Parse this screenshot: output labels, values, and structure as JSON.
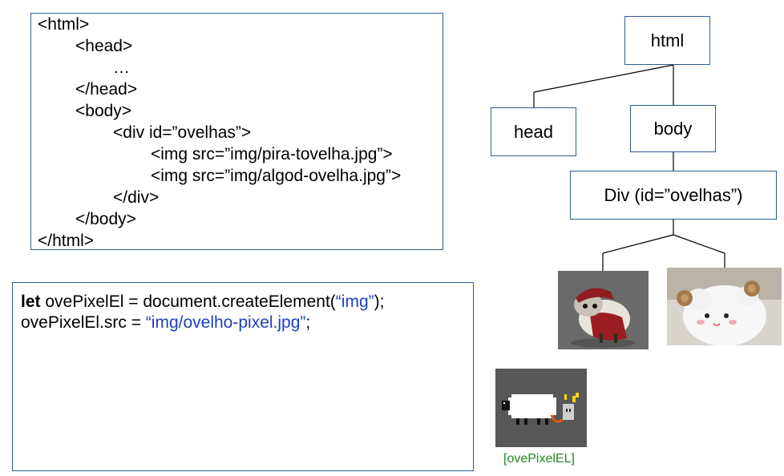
{
  "html_code": {
    "lines": [
      "<html>",
      "<head>",
      "…",
      "</head>",
      "<body>",
      "<div id=”ovelhas”>",
      "<img src=”img/pira-tovelha.jpg”>",
      "<img src=”img/algod-ovelha.jpg”>",
      "</div>",
      "</body>",
      "</html>"
    ]
  },
  "js_code": {
    "line1_keyword": "let",
    "line1_text": " ovePixelEl = document.createElement(",
    "line1_string": "“img”",
    "line1_end": ");",
    "line2_text": "ovePixelEl.src = ",
    "line2_string": "“img/ovelho-pixel.jpg”",
    "line2_end": ";"
  },
  "tree": {
    "root": "html",
    "head": "head",
    "body": "body",
    "div": "Div (id=”ovelhas”)"
  },
  "images": {
    "img1_icon": "pirate-sheep-image",
    "img2_icon": "cotton-sheep-image",
    "pixel_icon": "pixel-sheep-image",
    "pixel_caption": "[ovePixelEL]"
  },
  "colors": {
    "border": "#2e5d8e",
    "string": "#1f3fbf",
    "caption": "#1f8a1f"
  }
}
